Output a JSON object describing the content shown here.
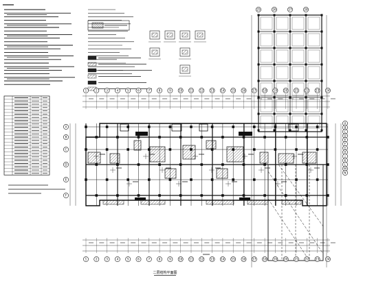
{
  "drawing": {
    "plan_title": "二层结构平面图"
  },
  "axis_bubbles": {
    "top": [
      "1",
      "2",
      "3",
      "4",
      "5",
      "6",
      "7",
      "8",
      "9",
      "10",
      "11",
      "12",
      "13",
      "14",
      "15",
      "16",
      "17",
      "18",
      "19",
      "20",
      "21",
      "22",
      "23",
      "24"
    ],
    "bottom": [
      "1",
      "2",
      "3",
      "4",
      "5",
      "6",
      "7",
      "8",
      "9",
      "10",
      "11",
      "12",
      "13",
      "14",
      "15",
      "16",
      "17",
      "18",
      "19",
      "20",
      "21",
      "22",
      "23",
      "24"
    ],
    "left": [
      "A",
      "B",
      "C",
      "D",
      "E",
      "F"
    ],
    "right": [
      "A",
      "B",
      "C",
      "D",
      "E",
      "F",
      "G",
      "H",
      "J",
      "K",
      "L",
      "M",
      "N"
    ],
    "annex_top": [
      "25",
      "26",
      "27",
      "28"
    ]
  }
}
